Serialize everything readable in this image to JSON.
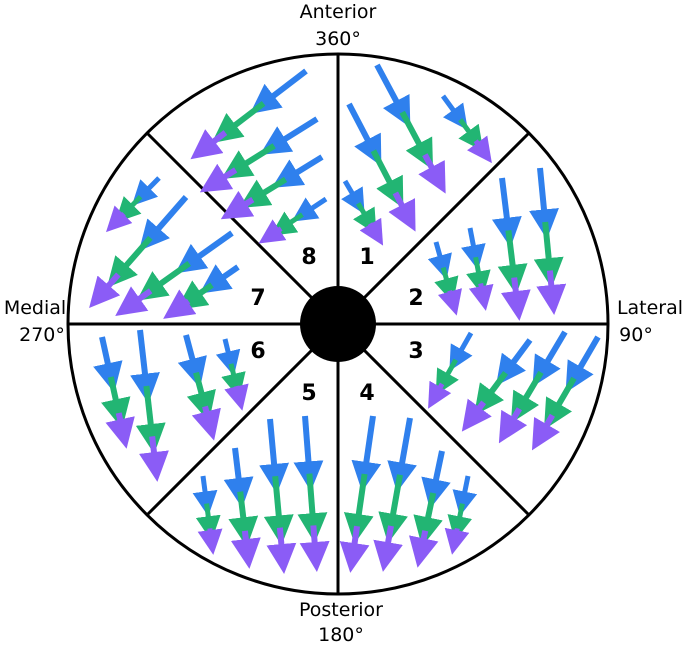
{
  "labels": {
    "anterior": "Anterior",
    "anterior_deg": "360°",
    "lateral": "Lateral",
    "lateral_deg": "90°",
    "posterior": "Posterior",
    "posterior_deg": "180°",
    "medial": "Medial",
    "medial_deg": "270°"
  },
  "sectors": [
    "1",
    "2",
    "3",
    "4",
    "5",
    "6",
    "7",
    "8"
  ],
  "colors": {
    "blue": "#2F80ED",
    "green": "#22B573",
    "purple": "#8B5CF6",
    "outline": "#000000"
  }
}
